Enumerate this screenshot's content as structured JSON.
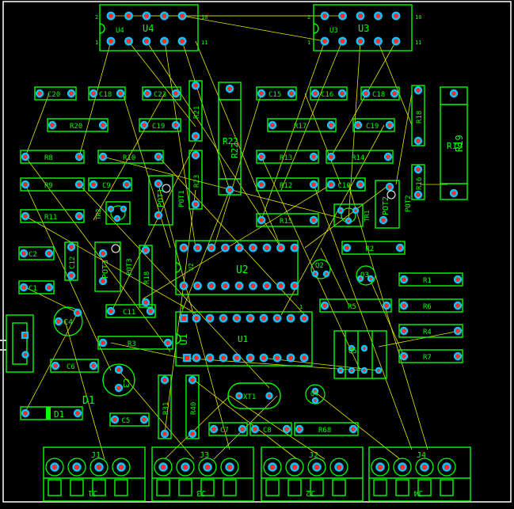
{
  "board": {
    "title": "PCB layout view",
    "colors": {
      "background": "#000000",
      "silkscreen": "#00ff00",
      "pad": "#ff2a2a",
      "pad_ring": "#00c8ff",
      "ratsnest": "#e6e600",
      "border": "#ffffff"
    }
  },
  "components": {
    "U4": "U4",
    "U4_small": "U4",
    "U3": "U3",
    "U3_small": "U3",
    "U2": "U2",
    "U2_small": "U2",
    "U1": "U1",
    "U1_small": "U1",
    "C20": "C20",
    "C18a": "C18",
    "C23": "C23",
    "C15": "C15",
    "C16": "C16",
    "C18b": "C18",
    "C19a": "C19",
    "C19b": "C19",
    "C9": "C9",
    "C2": "C2",
    "C1": "C1",
    "C12": "C12",
    "C11": "C11",
    "C4": "C4",
    "C6": "C6",
    "C3": "C3",
    "C5": "C5",
    "C7": "C7",
    "C8": "C8",
    "C10": "C10",
    "R20": "R20",
    "R8": "R8",
    "R10": "R10",
    "R9": "R9",
    "R11": "R11",
    "R21": "R21",
    "R22": "R22",
    "R23": "R23",
    "R17": "R17",
    "R13": "R13",
    "R14": "R14",
    "R12": "R12",
    "R15": "R15",
    "R18": "R18",
    "R19": "R19",
    "R16": "R16",
    "R2": "R2",
    "R1": "R1",
    "R5": "R5",
    "R6": "R6",
    "R4": "R4",
    "R7": "R7",
    "R3": "R3",
    "R31": "R31",
    "R40": "R40",
    "R68": "R68",
    "POT1": "POT1",
    "POT1_ref": "POT1",
    "POT2": "POT2",
    "POT2_ref": "POT2",
    "POT3": "POT3",
    "POT3_ref": "POT3",
    "TR1": "TR1",
    "TR2": "TR2",
    "Q1": "Q1",
    "Q2": "Q2",
    "Q3": "Q3",
    "Q4": "Q4",
    "Q5": "Q5",
    "XT1": "XT1",
    "D1": "D1",
    "J1": "J1",
    "J2": "J2",
    "J3": "J3",
    "J4": "J4"
  },
  "pin_numbers": {
    "p2a": "2",
    "p10a": "10",
    "p1a": "1",
    "p11a": "11",
    "p2b": "2",
    "p10b": "10",
    "p1b": "1",
    "p11b": "11",
    "p1c": "1",
    "p1d": "1"
  }
}
